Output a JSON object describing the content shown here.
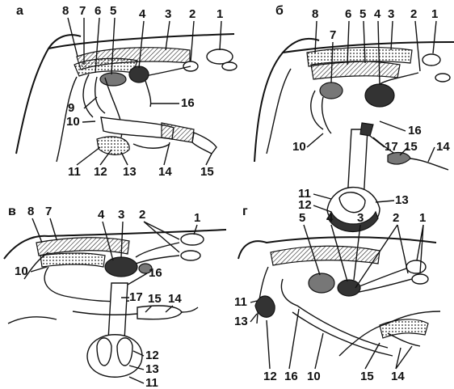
{
  "panels": [
    {
      "letter": "а",
      "labels": [
        "1",
        "2",
        "3",
        "4",
        "5",
        "6",
        "7",
        "8",
        "9",
        "10",
        "11",
        "12",
        "13",
        "14",
        "15",
        "16"
      ]
    },
    {
      "letter": "б",
      "labels": [
        "1",
        "2",
        "3",
        "4",
        "5",
        "6",
        "7",
        "8",
        "10",
        "11",
        "12",
        "13",
        "14",
        "15",
        "16",
        "17"
      ]
    },
    {
      "letter": "в",
      "labels": [
        "1",
        "2",
        "3",
        "4",
        "7",
        "8",
        "10",
        "11",
        "12",
        "13",
        "14",
        "15",
        "16",
        "17"
      ]
    },
    {
      "letter": "г",
      "labels": [
        "1",
        "2",
        "3",
        "4",
        "5",
        "10",
        "11",
        "12",
        "13",
        "14",
        "15",
        "16"
      ]
    }
  ]
}
